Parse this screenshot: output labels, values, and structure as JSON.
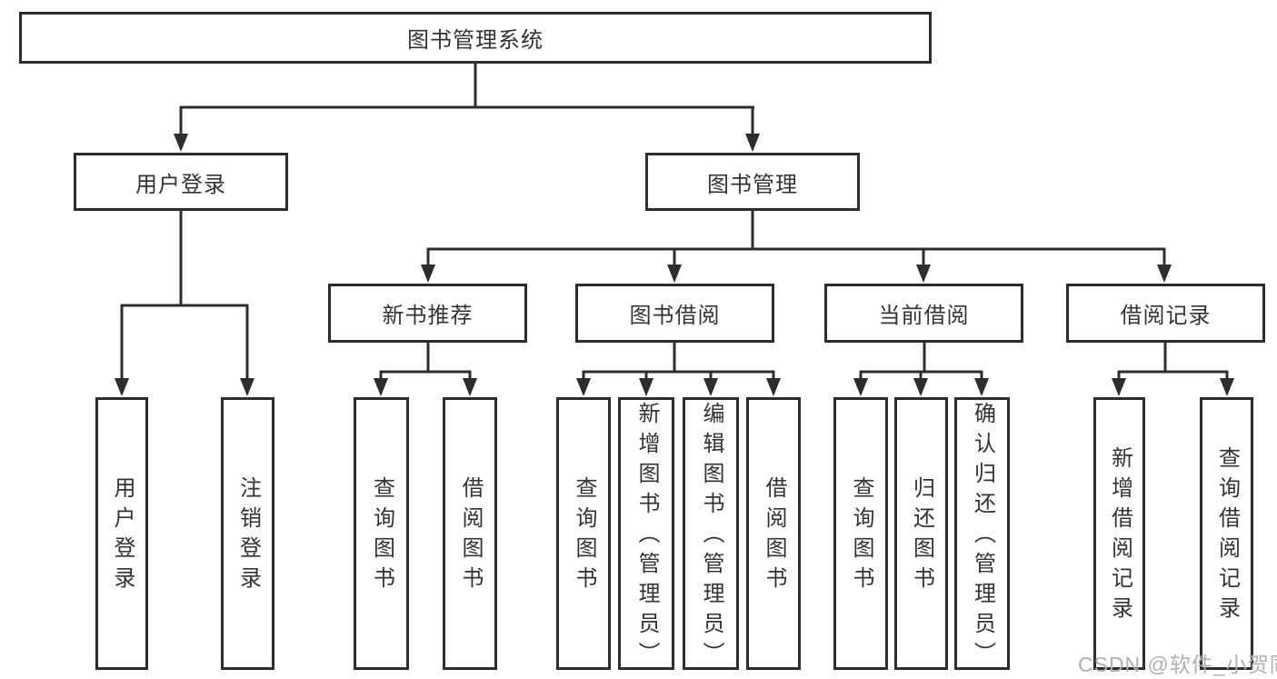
{
  "diagram": {
    "title": "图书管理系统",
    "type": "feature-tree",
    "colors": {
      "line": "#2d2d2d",
      "border": "#2d2d2d",
      "text": "#333333",
      "background": "#ffffff",
      "watermark": "#b0b0b0"
    },
    "nodes": {
      "root": "图书管理系统",
      "userLogin": "用户登录",
      "bookMgmt": "图书管理",
      "newBookRec": "新书推荐",
      "bookBorrow": "图书借阅",
      "currentBorrow": "当前借阅",
      "borrowRecord": "借阅记录",
      "ulLogin": "用户登录",
      "ulLogout": "注销登录",
      "nbrQuery": "查询图书",
      "nbrBorrow": "借阅图书",
      "bbQuery": "查询图书",
      "bbAdd": "新增图书（管理员）",
      "bbEdit": "编辑图书（管理员）",
      "bbBorrow": "借阅图书",
      "cbQuery": "查询图书",
      "cbReturn": "归还图书",
      "cbConfirm": "确认归还（管理员）",
      "brAdd": "新增借阅记录",
      "brQuery": "查询借阅记录"
    },
    "tree": {
      "图书管理系统": {
        "用户登录": [
          "用户登录",
          "注销登录"
        ],
        "图书管理": {
          "新书推荐": [
            "查询图书",
            "借阅图书"
          ],
          "图书借阅": [
            "查询图书",
            "新增图书（管理员）",
            "编辑图书（管理员）",
            "借阅图书"
          ],
          "当前借阅": [
            "查询图书",
            "归还图书",
            "确认归还（管理员）"
          ],
          "借阅记录": [
            "新增借阅记录",
            "查询借阅记录"
          ]
        }
      }
    }
  },
  "watermark": "CSDN @软件_小贺同学"
}
